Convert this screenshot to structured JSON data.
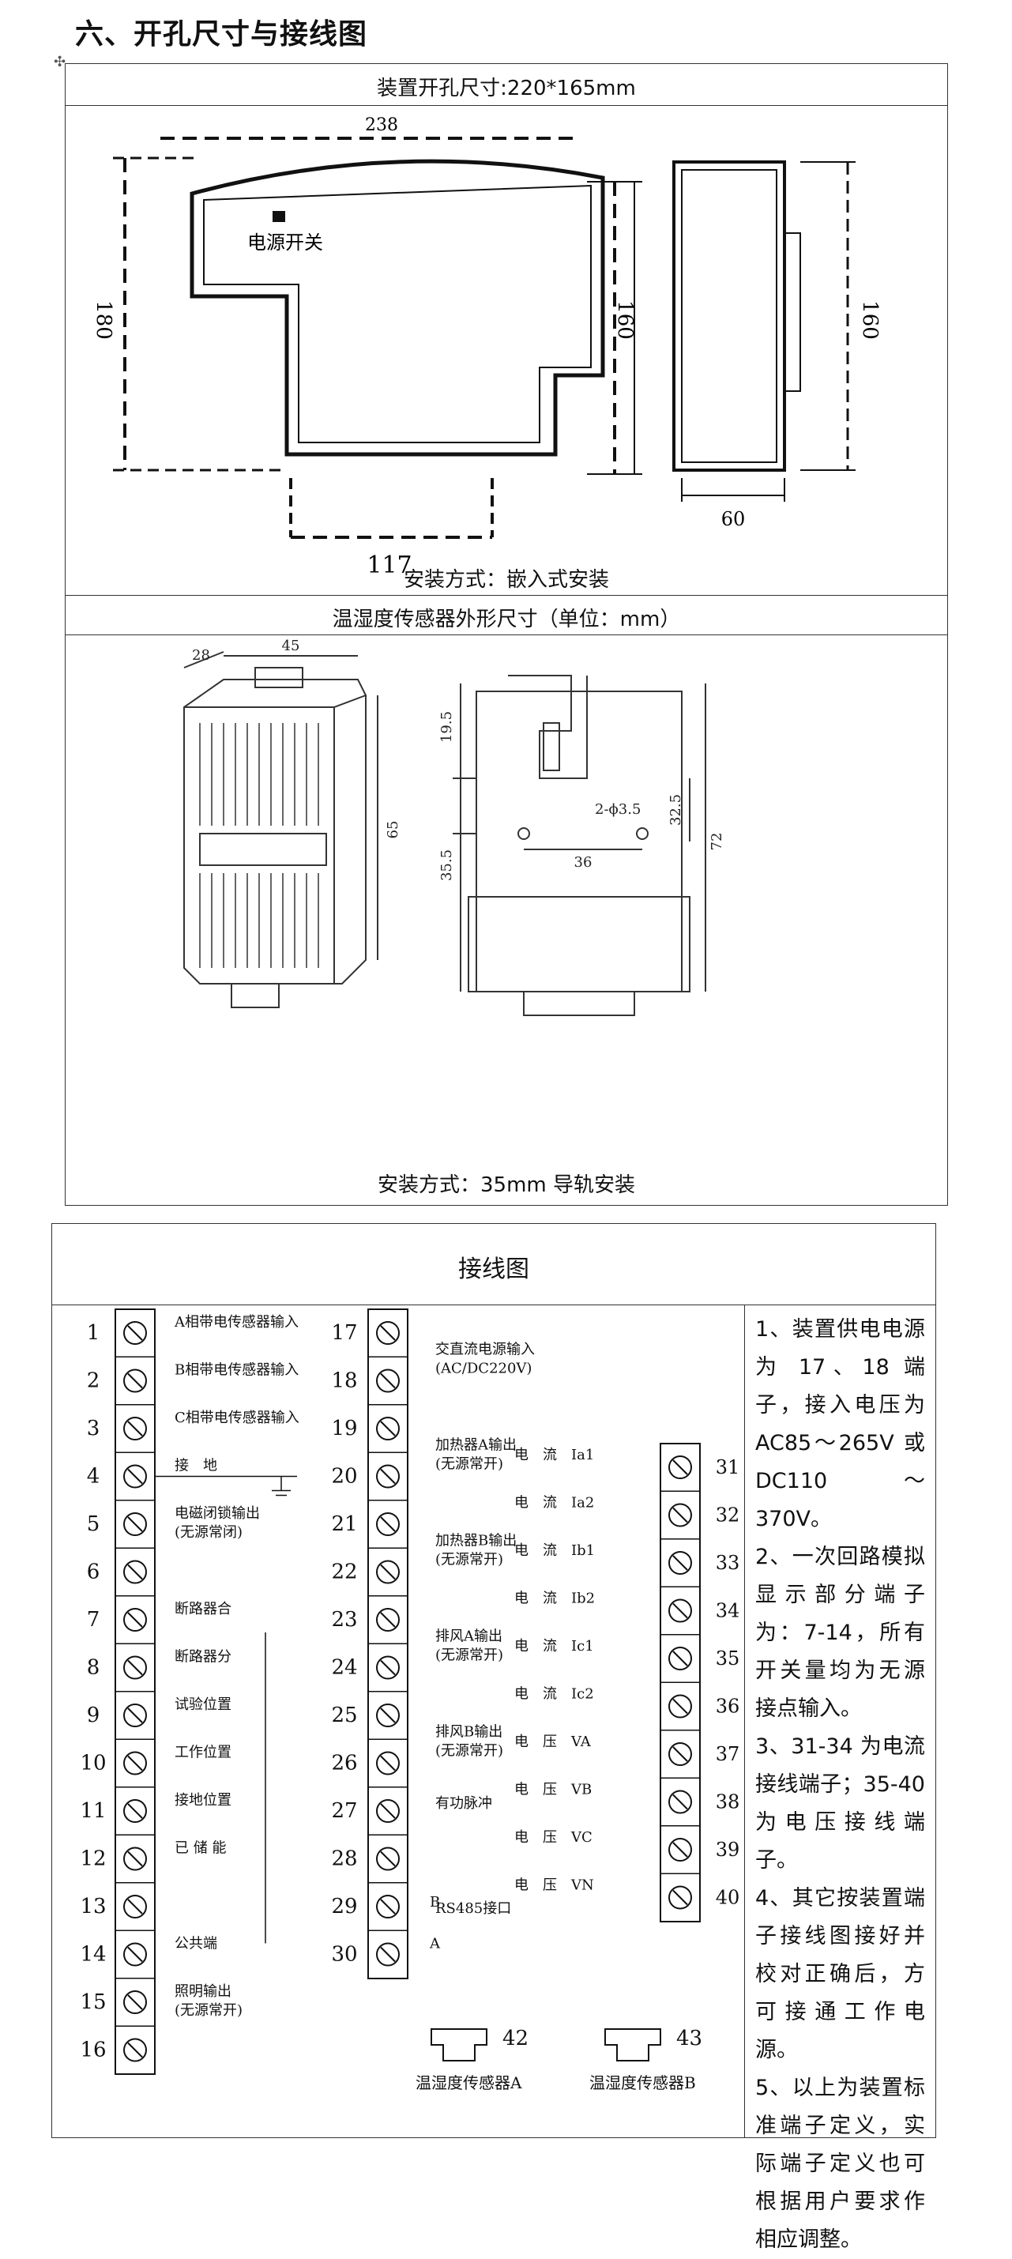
{
  "section_title": "六、开孔尺寸与接线图",
  "table1": {
    "cutout_caption": "装置开孔尺寸:220*165mm",
    "device_dims": {
      "top": "238",
      "left": "180",
      "right_inner": "160",
      "bottom": "117",
      "side_height": "160",
      "side_width": "60"
    },
    "power_switch_label": "电源开关",
    "install_caption_1": "安装方式：嵌入式安装",
    "sensor_caption": "温湿度传感器外形尺寸（单位：mm）",
    "sensor_dims": {
      "depth": "28",
      "width": "45",
      "height": "65",
      "top_seg": "19.5",
      "mid_seg": "35.5",
      "hole_spacing": "36",
      "hole_label": "2-ϕ3.5",
      "right_seg": "32.5",
      "total": "72"
    },
    "install_caption_2": "安装方式：35mm 导轨安装"
  },
  "wiring": {
    "title": "接线图",
    "left_terminals": [
      {
        "num": "1",
        "label": "A相带电传感器输入",
        "sub": ""
      },
      {
        "num": "2",
        "label": "B相带电传感器输入",
        "sub": ""
      },
      {
        "num": "3",
        "label": "C相带电传感器输入",
        "sub": ""
      },
      {
        "num": "4",
        "label": "接　地",
        "sub": ""
      },
      {
        "num": "5",
        "label": "电磁闭锁输出",
        "sub": "(无源常闭)"
      },
      {
        "num": "6",
        "label": "",
        "sub": ""
      },
      {
        "num": "7",
        "label": "断路器合",
        "sub": ""
      },
      {
        "num": "8",
        "label": "断路器分",
        "sub": ""
      },
      {
        "num": "9",
        "label": "试验位置",
        "sub": ""
      },
      {
        "num": "10",
        "label": "工作位置",
        "sub": ""
      },
      {
        "num": "11",
        "label": "接地位置",
        "sub": ""
      },
      {
        "num": "12",
        "label": "已 储 能",
        "sub": ""
      },
      {
        "num": "13",
        "label": "",
        "sub": ""
      },
      {
        "num": "14",
        "label": "公共端",
        "sub": ""
      },
      {
        "num": "15",
        "label": "照明输出",
        "sub": "(无源常开)"
      },
      {
        "num": "16",
        "label": "",
        "sub": ""
      }
    ],
    "mid_terminals": [
      "17",
      "18",
      "19",
      "20",
      "21",
      "22",
      "23",
      "24",
      "25",
      "26",
      "27",
      "28",
      "29",
      "30"
    ],
    "mid_labels": [
      {
        "text": "交直流电源输入",
        "sub": "(AC/DC220V)"
      },
      {
        "text": "加热器A输出",
        "sub": "(无源常开)"
      },
      {
        "text": "加热器B输出",
        "sub": "(无源常开)"
      },
      {
        "text": "排风A输出",
        "sub": "(无源常开)"
      },
      {
        "text": "排风B输出",
        "sub": "(无源常开)"
      },
      {
        "text": "有功脉冲",
        "sub": ""
      },
      {
        "text": "RS485接口",
        "sub": ""
      }
    ],
    "rs485_b": "B",
    "rs485_a": "A",
    "right_terminals": [
      {
        "num": "31",
        "label": "电　流　Ia1"
      },
      {
        "num": "32",
        "label": "电　流　Ia2"
      },
      {
        "num": "33",
        "label": "电　流　Ib1"
      },
      {
        "num": "34",
        "label": "电　流　Ib2"
      },
      {
        "num": "35",
        "label": "电　流　Ic1"
      },
      {
        "num": "36",
        "label": "电　流　Ic2"
      },
      {
        "num": "37",
        "label": "电　压　VA"
      },
      {
        "num": "38",
        "label": "电　压　VB"
      },
      {
        "num": "39",
        "label": "电　压　VC"
      },
      {
        "num": "40",
        "label": "电　压　VN"
      }
    ],
    "sensor_a": {
      "num": "42",
      "label": "温湿度传感器A"
    },
    "sensor_b": {
      "num": "43",
      "label": "温湿度传感器B"
    },
    "notes": [
      "1、装置供电电源为 17、18 端子，接入电压为 AC85～265V 或 DC110～370V。",
      "2、一次回路模拟显示部分端子为：7-14，所有开关量均为无源接点输入。",
      "3、31-34 为电流接线端子；35-40 为电压接线端子。",
      "4、其它按装置端子接线图接好并校对正确后，方可接通工作电源。",
      "5、以上为装置标准端子定义，实际端子定义也可根据用户要求作相应调整。"
    ]
  }
}
